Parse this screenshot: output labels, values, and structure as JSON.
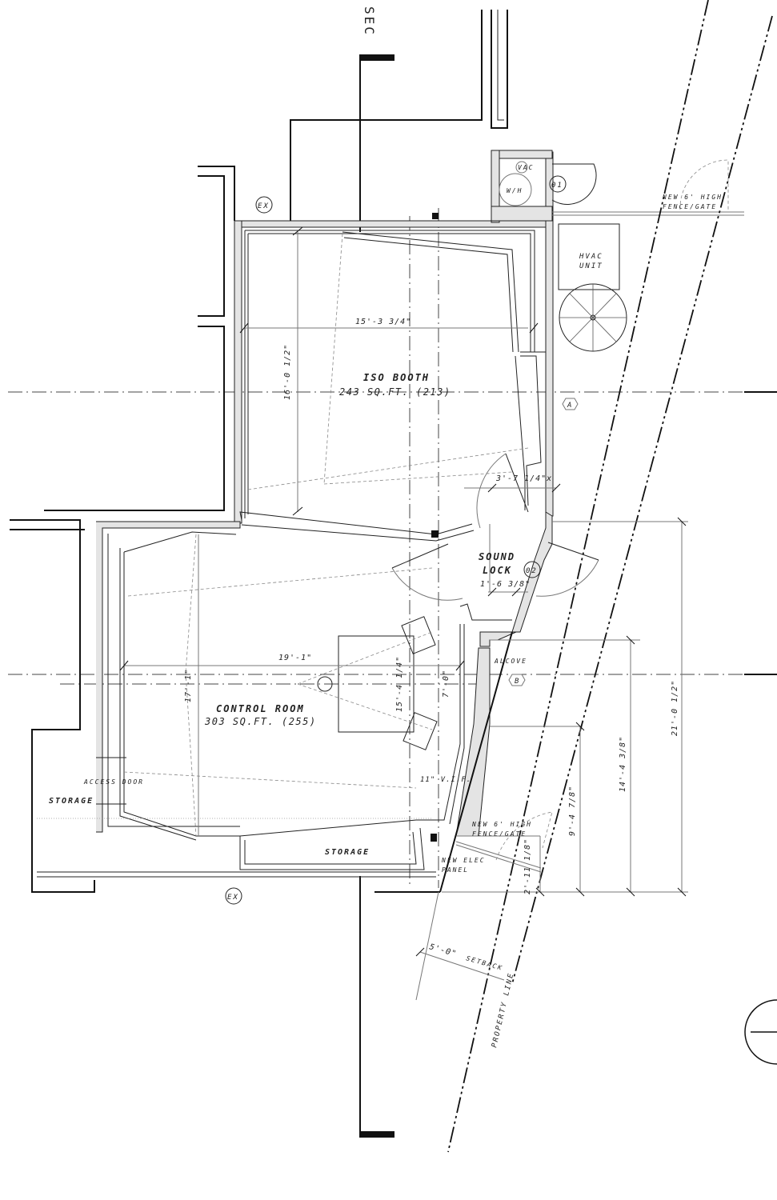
{
  "section_marker": "SEC",
  "tags": {
    "ex_top": "EX",
    "ex_bottom": "EX",
    "door_01": "01",
    "door_02": "02",
    "grid_a": "A",
    "grid_b": "B"
  },
  "equipment": {
    "vac": "VAC",
    "water_heater": "W/H",
    "hvac_line1": "HVAC",
    "hvac_line2": "UNIT",
    "elec_line1": "NEW ELEC",
    "elec_line2": "PANEL"
  },
  "fence_top": {
    "line1": "NEW 6' HIGH",
    "line2": "FENCE/GATE"
  },
  "fence_bottom": {
    "line1": "NEW 6' HIGH",
    "line2": "FENCE/GATE"
  },
  "iso_booth": {
    "name": "ISO BOOTH",
    "area": "243 SQ.FT. (213)",
    "width_dim": "15'-3 3/4\"",
    "depth_dim": "16'-0 1/2\""
  },
  "sound_lock": {
    "line1": "SOUND",
    "line2": "LOCK",
    "dim_top": "3'-7 1/4\"x",
    "dim_bottom": "1'-6 3/8\""
  },
  "alcove": "ALCOVE",
  "control_room": {
    "name": "CONTROL ROOM",
    "area": "303 SQ.FT. (255)",
    "width_dim": "19'-1\"",
    "depth_dim": "17'-1\"",
    "dim_inner": "15'-4 1/4\"",
    "dim_alcove": "7'-0\"",
    "dim_vif": "11\" V.I.F."
  },
  "storage_left": "STORAGE",
  "storage_bottom": "STORAGE",
  "access_door": "ACCESS DOOR",
  "dims_right": {
    "d1": "2'-11 1/8\"",
    "d2": "9'-4 7/8\"",
    "d3": "14'-4 3/8\"",
    "d4": "21'-0 1/2\""
  },
  "setback": {
    "dim": "5'-0\"",
    "label": "SETBACK"
  },
  "property_line": "PROPERTY LINE"
}
